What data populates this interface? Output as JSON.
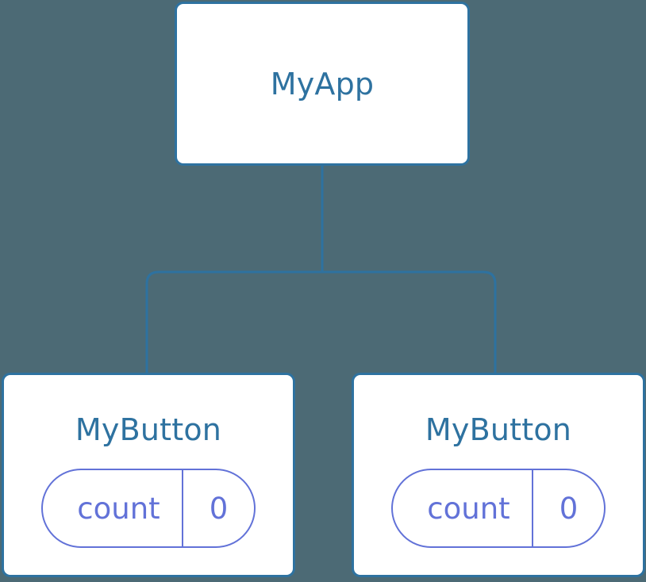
{
  "diagram": {
    "title": "component-tree",
    "background_color": "#4c6a75",
    "node_border_color": "#2e72a0",
    "node_title_color": "#2e72a0",
    "node_fill_color": "#ffffff",
    "state_accent_color": "#6272d8",
    "connector_color": "#2e72a0"
  },
  "root": {
    "label": "MyApp"
  },
  "children": [
    {
      "label": "MyButton",
      "state": {
        "key": "count",
        "value": "0"
      }
    },
    {
      "label": "MyButton",
      "state": {
        "key": "count",
        "value": "0"
      }
    }
  ]
}
